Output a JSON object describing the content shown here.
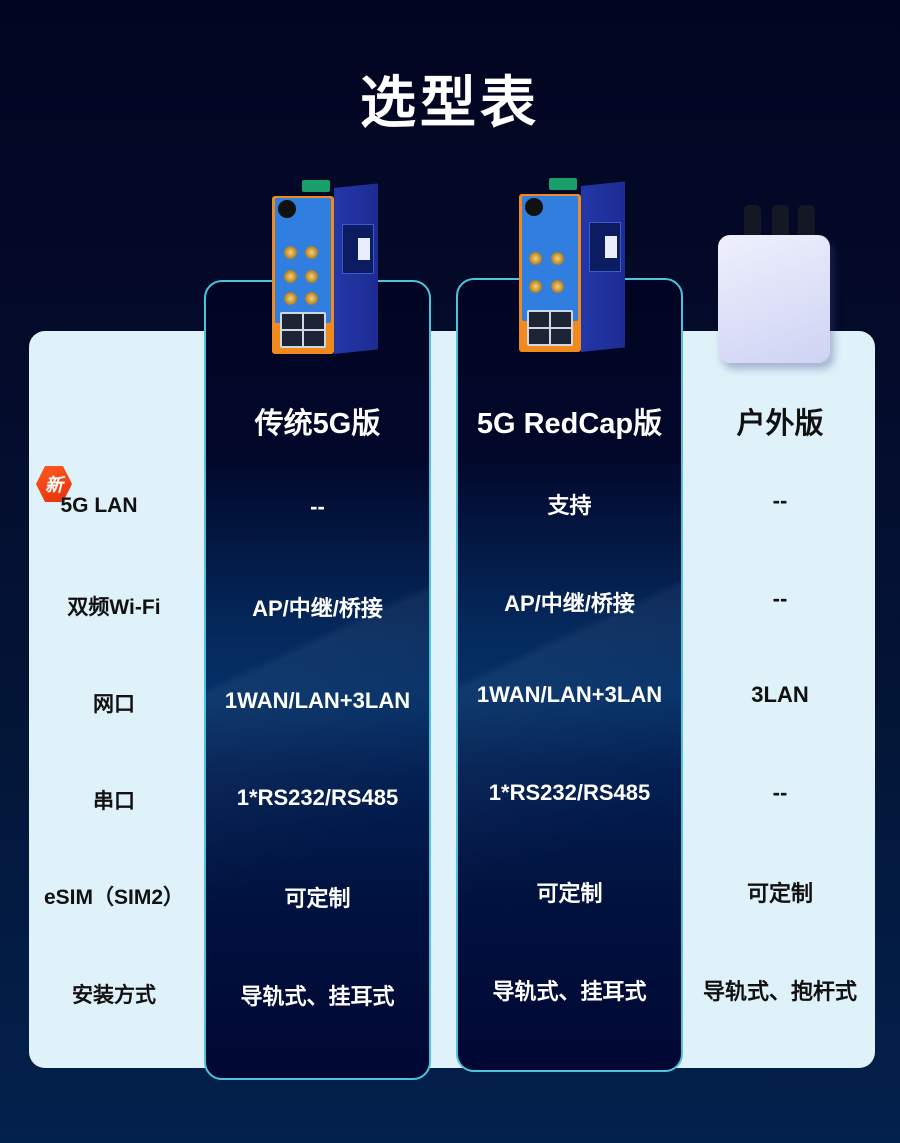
{
  "page": {
    "title": "选型表"
  },
  "badge": {
    "new_label": "新"
  },
  "columns": [
    {
      "name": "传统5G版",
      "device_image": "industrial-5g-router-6-antenna"
    },
    {
      "name": "5G RedCap版",
      "device_image": "industrial-redcap-router-4-antenna"
    },
    {
      "name": "户外版",
      "device_image": "outdoor-white-enclosure-3-connectors"
    }
  ],
  "rows": [
    {
      "label": "5G LAN",
      "is_new": true,
      "values": [
        "--",
        "支持",
        "--"
      ]
    },
    {
      "label": "双频Wi-Fi",
      "values": [
        "AP/中继/桥接",
        "AP/中继/桥接",
        "--"
      ]
    },
    {
      "label": "网口",
      "values": [
        "1WAN/LAN+3LAN",
        "1WAN/LAN+3LAN",
        "3LAN"
      ]
    },
    {
      "label": "串口",
      "values": [
        "1*RS232/RS485",
        "1*RS232/RS485",
        "--"
      ]
    },
    {
      "label": "eSIM（SIM2）",
      "values": [
        "可定制",
        "可定制",
        "可定制"
      ]
    },
    {
      "label": "安装方式",
      "values": [
        "导轨式、挂耳式",
        "导轨式、挂耳式",
        "导轨式、抱杆式"
      ]
    }
  ],
  "colors": {
    "background_top": "#020521",
    "background_bottom": "#03214d",
    "panel_light": "#dff1f9",
    "column_border": "#4cc4de",
    "new_badge": "#f2461a"
  }
}
